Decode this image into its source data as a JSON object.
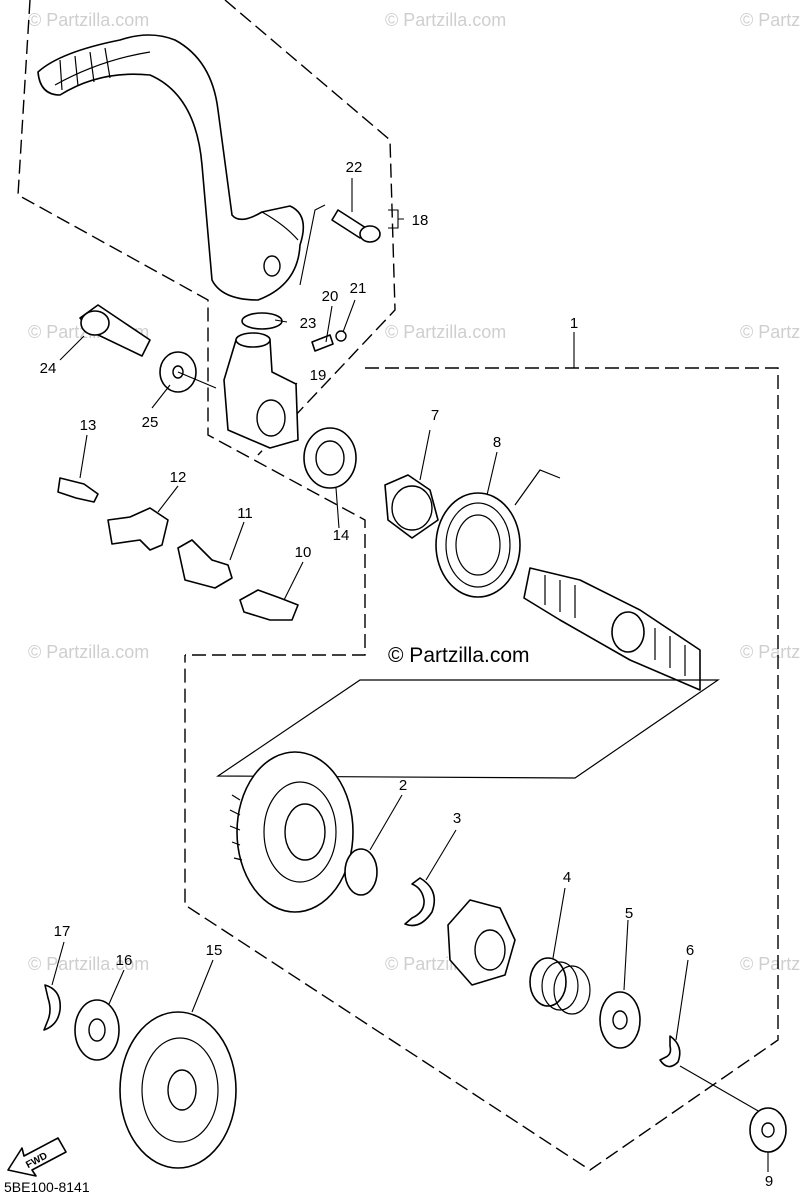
{
  "watermark": "© Partzilla.com",
  "copyright": "© Partzilla.com",
  "diagram_code": "5BE100-8141",
  "fwd_label": "FWD",
  "callouts": {
    "c1": "1",
    "c2": "2",
    "c3": "3",
    "c4": "4",
    "c5": "5",
    "c6": "6",
    "c7": "7",
    "c8": "8",
    "c9": "9",
    "c10": "10",
    "c11": "11",
    "c12": "12",
    "c13": "13",
    "c14": "14",
    "c15": "15",
    "c16": "16",
    "c17": "17",
    "c18": "18",
    "c19": "19",
    "c20": "20",
    "c21": "21",
    "c22": "22",
    "c23": "23",
    "c24": "24",
    "c25": "25"
  },
  "colors": {
    "line": "#000000",
    "watermark": "#cfcfcf",
    "background": "#ffffff"
  }
}
